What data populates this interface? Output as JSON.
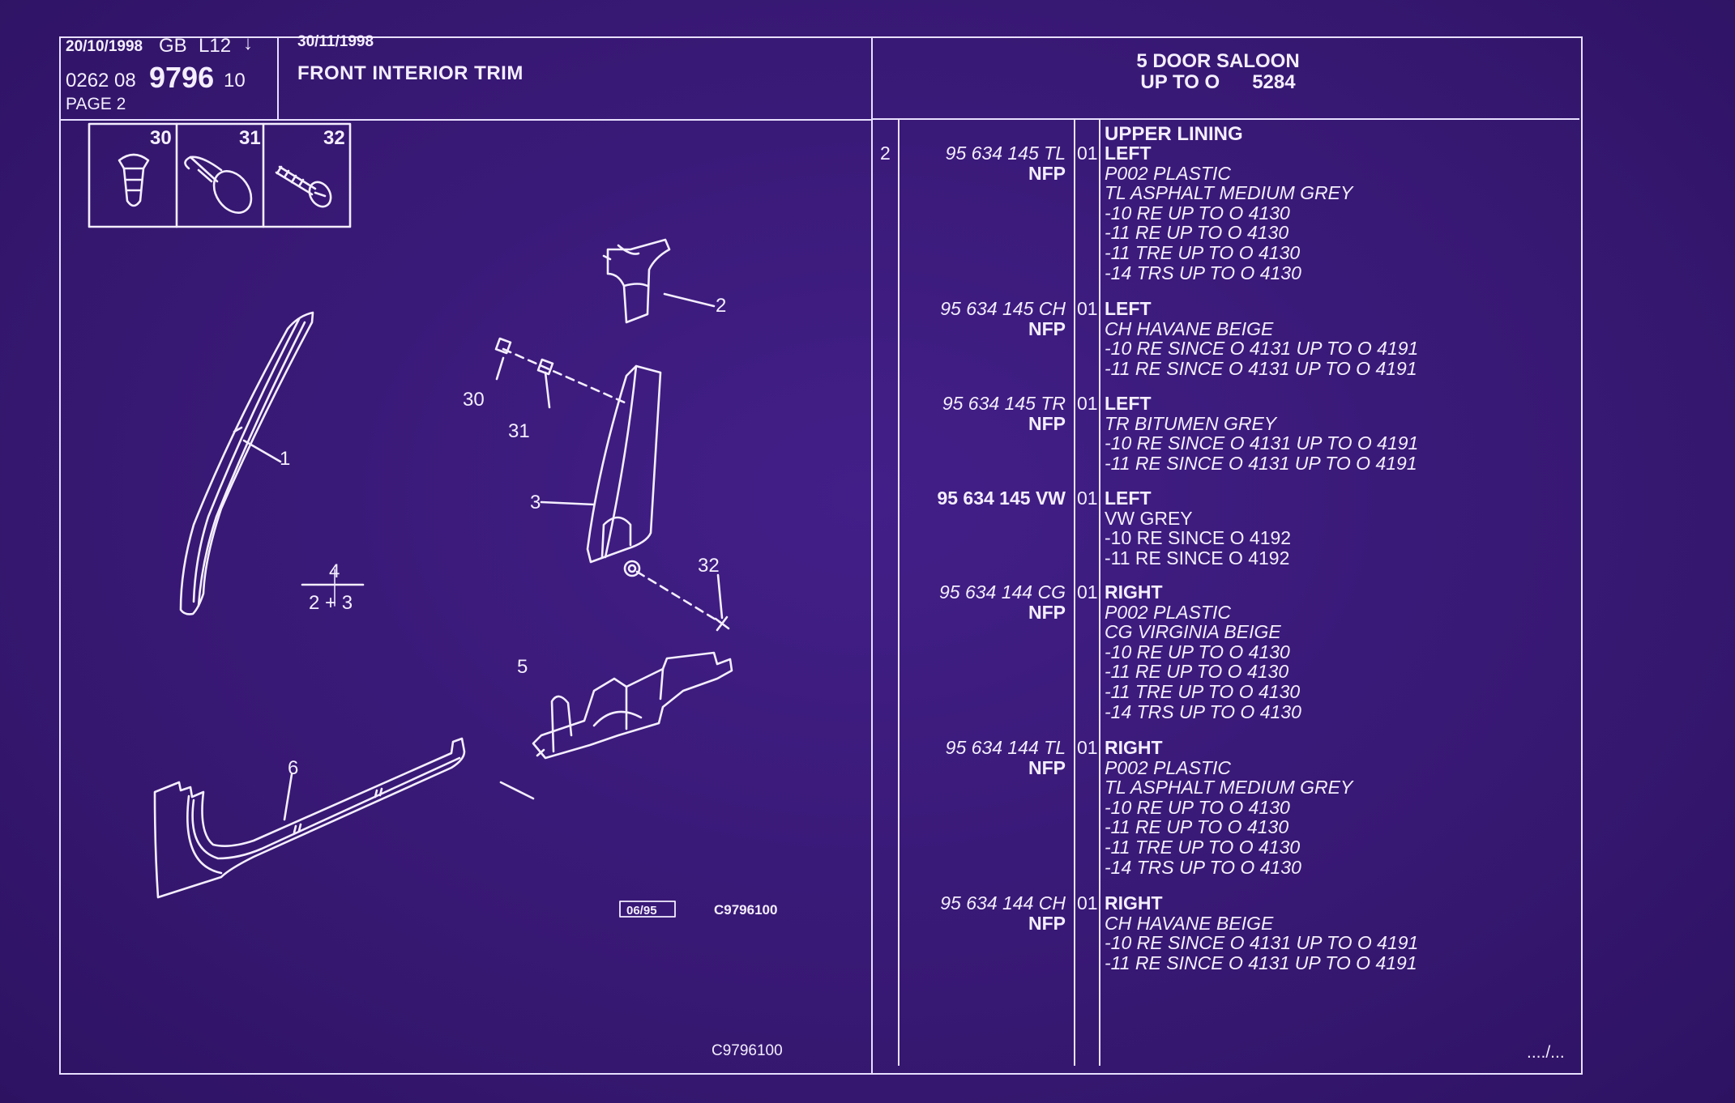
{
  "header": {
    "date": "20/10/1998",
    "lang": "GB",
    "code": "L12",
    "ref_prefix_a": "0262",
    "ref_prefix_b": "08",
    "ref_main": "9796",
    "ref_suffix": "10",
    "page": "PAGE 2",
    "title_date": "30/11/1998",
    "title": "FRONT INTERIOR TRIM",
    "model_line1": "5 DOOR SALOON",
    "model_line2": "UP TO O      5284"
  },
  "diagram": {
    "fastener_labels": [
      "30",
      "31",
      "32"
    ],
    "callouts": [
      "1",
      "2",
      "3",
      "30",
      "31",
      "32",
      "5",
      "6"
    ],
    "fraction_top": "4",
    "fraction_bottom": "2 + 3",
    "date_box": "06/95",
    "drawing_code": "C9796100",
    "footer_code": "C9796100"
  },
  "parts": {
    "item_number": "2",
    "section_title": "UPPER LINING",
    "entries": [
      {
        "part": "95 634 145 TL",
        "nfp": "NFP",
        "qty": "01",
        "side": "LEFT",
        "lines": [
          "P002 PLASTIC",
          "TL ASPHALT MEDIUM GREY",
          "-10 RE UP TO O 4130",
          "-11 RE UP TO O 4130",
          "-11 TRE UP TO O 4130",
          "-14 TRS UP TO O 4130"
        ]
      },
      {
        "part": "95 634 145 CH",
        "nfp": "NFP",
        "qty": "01",
        "side": "LEFT",
        "lines": [
          "CH HAVANE BEIGE",
          "-10 RE SINCE O 4131 UP TO O 4191",
          "-11 RE SINCE O 4131 UP TO O 4191"
        ]
      },
      {
        "part": "95 634 145 TR",
        "nfp": "NFP",
        "qty": "01",
        "side": "LEFT",
        "lines": [
          "TR BITUMEN GREY",
          "-10 RE SINCE O 4131 UP TO O 4191",
          "-11 RE SINCE O 4131 UP TO O 4191"
        ]
      },
      {
        "part": "95 634 145 VW",
        "nfp": "",
        "qty": "01",
        "side": "LEFT",
        "lines": [
          "VW GREY",
          "-10 RE SINCE O 4192",
          "-11 RE SINCE O 4192"
        ]
      },
      {
        "part": "95 634 144 CG",
        "nfp": "NFP",
        "qty": "01",
        "side": "RIGHT",
        "lines": [
          "P002 PLASTIC",
          "CG VIRGINIA BEIGE",
          "-10 RE UP TO O 4130",
          "-11 RE UP TO O 4130",
          "-11 TRE UP TO O 4130",
          "-14 TRS UP TO O 4130"
        ]
      },
      {
        "part": "95 634 144 TL",
        "nfp": "NFP",
        "qty": "01",
        "side": "RIGHT",
        "lines": [
          "P002 PLASTIC",
          "TL ASPHALT MEDIUM GREY",
          "-10 RE UP TO O 4130",
          "-11 RE UP TO O 4130",
          "-11 TRE UP TO O 4130",
          "-14 TRS UP TO O 4130"
        ]
      },
      {
        "part": "95 634 144 CH",
        "nfp": "NFP",
        "qty": "01",
        "side": "RIGHT",
        "lines": [
          "CH HAVANE BEIGE",
          "-10 RE SINCE O 4131 UP TO O 4191",
          "-11 RE SINCE O 4131 UP TO O 4191"
        ]
      }
    ],
    "continued": "..../..."
  },
  "colors": {
    "background": "#3a1a7a",
    "ink": "#f4eeff"
  }
}
